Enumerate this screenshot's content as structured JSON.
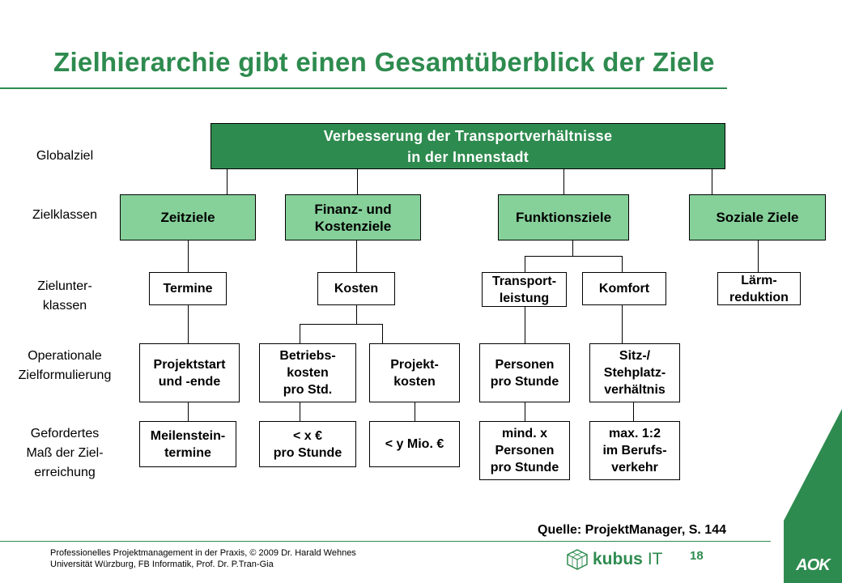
{
  "title": "Zielhierarchie gibt einen Gesamtüberblick der Ziele",
  "levels": {
    "globalziel": "Globalziel",
    "zielklassen": "Zielklassen",
    "zielunterklassen_1": "Zielunter-",
    "zielunterklassen_2": "klassen",
    "operational_1": "Operationale",
    "operational_2": "Zielformulierung",
    "gefordert_1": "Gefordertes",
    "gefordert_2": "Maß der Ziel-",
    "gefordert_3": "erreichung"
  },
  "global_goal": {
    "line1": "Verbesserung der Transportverhältnisse",
    "line2": "in der Innenstadt"
  },
  "classes": {
    "zeitziele": "Zeitziele",
    "finanz_1": "Finanz- und",
    "finanz_2": "Kostenziele",
    "funktionsziele": "Funktionsziele",
    "soziale": "Soziale Ziele"
  },
  "subclasses": {
    "termine": "Termine",
    "kosten": "Kosten",
    "transport_1": "Transport-",
    "transport_2": "leistung",
    "komfort": "Komfort",
    "laerm_1": "Lärm-",
    "laerm_2": "reduktion"
  },
  "operational": {
    "projektstart_1": "Projektstart",
    "projektstart_2": "und -ende",
    "betriebs_1": "Betriebs-",
    "betriebs_2": "kosten",
    "betriebs_3": "pro Std.",
    "projekt_1": "Projekt-",
    "projekt_2": "kosten",
    "personen_1": "Personen",
    "personen_2": "pro Stunde",
    "sitz_1": "Sitz-/",
    "sitz_2": "Stehplatz-",
    "sitz_3": "verhältnis"
  },
  "measures": {
    "meilenstein_1": "Meilenstein-",
    "meilenstein_2": "termine",
    "x_1": "< x €",
    "x_2": "pro Stunde",
    "y": "< y Mio. €",
    "mind_1": "mind. x",
    "mind_2": "Personen",
    "mind_3": "pro Stunde",
    "max_1": "max. 1:2",
    "max_2": "im Berufs-",
    "max_3": "verkehr"
  },
  "source": "Quelle: ProjektManager, S. 144",
  "footer": {
    "line1": "Professionelles Projektmanagement in der Praxis, © 2009  Dr. Harald Wehnes",
    "line2": "Universität Würzburg, FB Informatik, Prof. Dr. P.Tran-Gia",
    "page": "18",
    "logo_kubus": "kubus",
    "logo_it": "IT",
    "logo_aok": "AOK"
  },
  "colors": {
    "accent": "#2e8b4f",
    "box_light": "#86d09a"
  }
}
